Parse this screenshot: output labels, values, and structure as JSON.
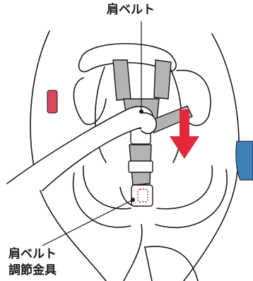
{
  "labels": {
    "shoulder_belt": "肩ベルト",
    "adjuster_line1": "肩ベルト",
    "adjuster_line2": "調節金具"
  },
  "colors": {
    "line": "#1a1a1a",
    "belt": "#b3b3b3",
    "arrow": "#e2283a",
    "left_tab": "#d84860",
    "right_tab": "#3f7fb8",
    "marker": "#cc2222"
  },
  "icons": {
    "pull_direction": "down-arrow-icon",
    "adjuster": "dotted-outline-marker"
  }
}
